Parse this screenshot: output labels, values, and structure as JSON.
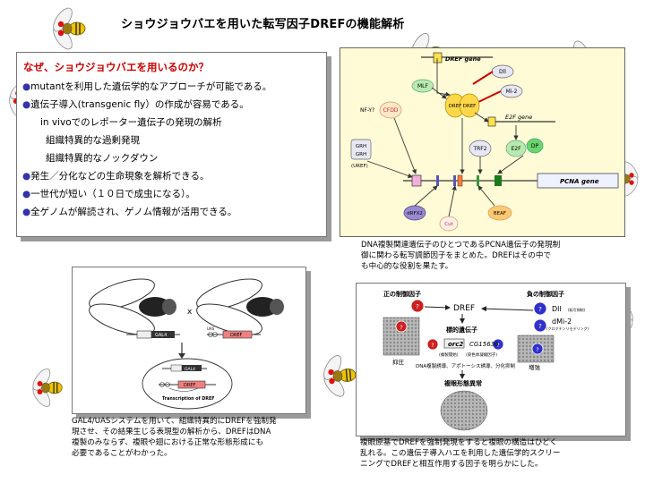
{
  "title": "ショウジョウバエを用いた転写因子DREFの機能解析",
  "why_box": {
    "heading": "なぜ、ショウジョウバエを用いるのか？",
    "lines": [
      "mutantを利用した遺伝学的なアプローチが可能である。",
      "遺伝子導入(transgenic fly）の作成が容易である。",
      "in vivoでのレポーター遺伝子の発現の解析",
      "組織特異的な過剰発現",
      "組織特異的なノックダウン",
      "発生／分化などの生命現象を解析できる。",
      "一世代が短い（１０日で成虫になる）。",
      "全ゲノムが解読され、ゲノム情報が活用できる。"
    ]
  },
  "fig1": {
    "labels": {
      "dref_gene": "DREF gene",
      "dll": "Dll",
      "mi2": "Mi-2",
      "mlf": "MLF",
      "dref": "DREF",
      "nfy": "NF-Y?",
      "cfdd": "CFDD",
      "e2f_gene": "E2F gene",
      "trf2": "TRF2",
      "e2f": "E2F",
      "dp": "DP",
      "grh": "GRH",
      "uref": "(UREF)",
      "pcna_gene": "PCNA gene",
      "drfx2": "dRFX2",
      "cut": "Cut",
      "beaf": "BEAF"
    },
    "caption": [
      "DNA複製関連遺伝子のひとつであるPCNA遺伝子の発現制",
      "御に関わる転写調節因子をまとめた。DREFはその中で",
      "も中心的な役割を果たす。"
    ]
  },
  "fig2": {
    "labels": {
      "cross": "x",
      "uas_small": "UAS",
      "gal4": "GAL4",
      "dref": "DREF",
      "transcription": "Transcription of DREF"
    },
    "caption": [
      "GAL4/UASシステムを用いて、組織特異的にDREFを強制発",
      "現させ、その結果生じる表現型の解析から、DREFはDNA",
      "複製のみならず、複眼や翅における正常な形態形成にも",
      "必要であることがわかった。"
    ]
  },
  "fig3": {
    "labels": {
      "positive": "正の制御因子",
      "negative": "負の制御因子",
      "dref": "DREF",
      "dll": "Dll",
      "dll_note": "(転写抑制)",
      "dmi2": "dMi-2",
      "dmi2_note": "(クロマチンリモデリング)",
      "target": "標的遺伝子",
      "orc2": "orc2",
      "cg": "CG15636",
      "orc2_note": "(複製開始)",
      "cg_note": "(染色体凝縮因子)",
      "suppress": "抑圧",
      "enhance": "増強",
      "processes": "DNA複製誘導、アポトーシス誘導、分化抑制",
      "phenotype": "複眼形態異常",
      "q": "?"
    },
    "caption": [
      "複眼原基でDREFを強制発現をすると複眼の構造はひどく",
      "乱れる。この遺伝子導入ハエを利用した遺伝学的スクリー",
      "ニングでDREFと相互作用する因子を明らかにした。"
    ]
  }
}
